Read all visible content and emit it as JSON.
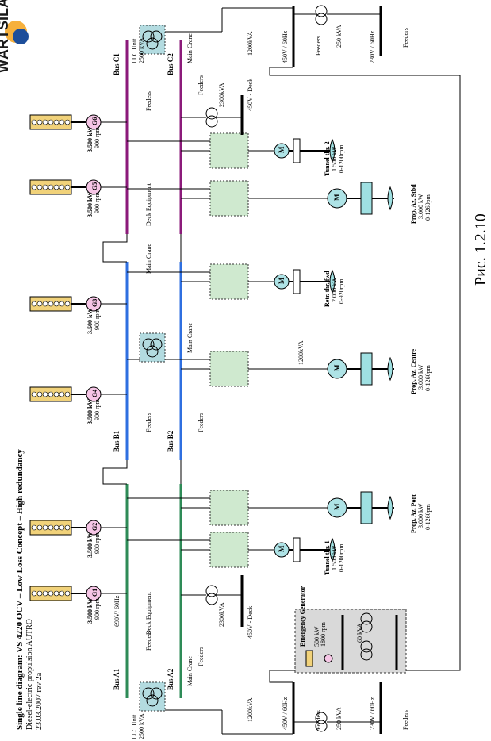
{
  "logo": {
    "text": "WÄRTSILÄ"
  },
  "header": {
    "title": "Single line diagram: VS 4220 OCV – Low Loss Concept – High redundancy",
    "sub1": "Diesel-electric propulsion AUTRO",
    "sub2": "23.03.2007 rev 2a"
  },
  "generators": [
    {
      "id": "G1",
      "label": "G1",
      "power": "3.500 kW",
      "rpm": "900 rpm"
    },
    {
      "id": "G2",
      "label": "G2",
      "power": "3.500 kW",
      "rpm": "900 rpm"
    },
    {
      "id": "G3",
      "label": "G3",
      "power": "3.500 kW",
      "rpm": "900 rpm"
    },
    {
      "id": "G4",
      "label": "G4",
      "power": "3.500 kW",
      "rpm": "900 rpm"
    },
    {
      "id": "G5",
      "label": "G5",
      "power": "3.500 kW",
      "rpm": "900 rpm"
    },
    {
      "id": "G6",
      "label": "G6",
      "power": "3.500 kW",
      "rpm": "900 rpm"
    }
  ],
  "buses": {
    "A1": "Bus A1",
    "A2": "Bus A2",
    "B1": "Bus B1",
    "B2": "Bus B2",
    "C1": "Bus C1",
    "C2": "Bus C2"
  },
  "labels": {
    "voltage_main": "690V/ 60Hz",
    "feeders": "Feeders",
    "deck_equipment": "Deck Equipment",
    "main_crane": "Main Crane",
    "kva_2300": "2300kVA",
    "deck_450": "450V - Deck",
    "llc_unit": "LLC Unit",
    "llc_kva": "2500 kVA",
    "kva_1200": "1200kVA",
    "v450": "450V / 60Hz",
    "v230": "230V / 60Hz",
    "kva_250": "250 kVA",
    "emergency": "Emergency Generator",
    "em_kw": "500 kW",
    "em_rpm": "1800 rpm",
    "em_kva": "60 kVA",
    "m": "M"
  },
  "thrusters": [
    {
      "id": "tt1",
      "name": "Tunnel thr. 1",
      "power": "1.500 kW",
      "rpm": "0-1200rpm"
    },
    {
      "id": "az_port",
      "name": "Prop. Az. Port",
      "power": "3.000 kW",
      "rpm": "0-1260pm"
    },
    {
      "id": "az_centre",
      "name": "Prop. Az. Centre",
      "power": "3.000 kW",
      "rpm": "0-1260pm"
    },
    {
      "id": "retr",
      "name": "Retr. thr. fwd",
      "power": "2.000 kW",
      "rpm": "0-920rpm"
    },
    {
      "id": "az_stbd",
      "name": "Prop. Az. Stbd",
      "power": "3.000 kW",
      "rpm": "0-1260pm"
    },
    {
      "id": "tt2",
      "name": "Tunnel thr. 2",
      "power": "1.500 kW",
      "rpm": "0-1200rpm"
    }
  ],
  "caption": "Рис. 1.2.10",
  "colors": {
    "busA": "#2e8b57",
    "busB": "#2f6fe0",
    "busC": "#8b1a7a",
    "gen": "#f6c6e6",
    "conv": "#cfe9cf",
    "motor": "#aee3e6",
    "prop": "#9fe0e2",
    "llc": "#b3dbe0",
    "em": "#d9d9d9"
  }
}
